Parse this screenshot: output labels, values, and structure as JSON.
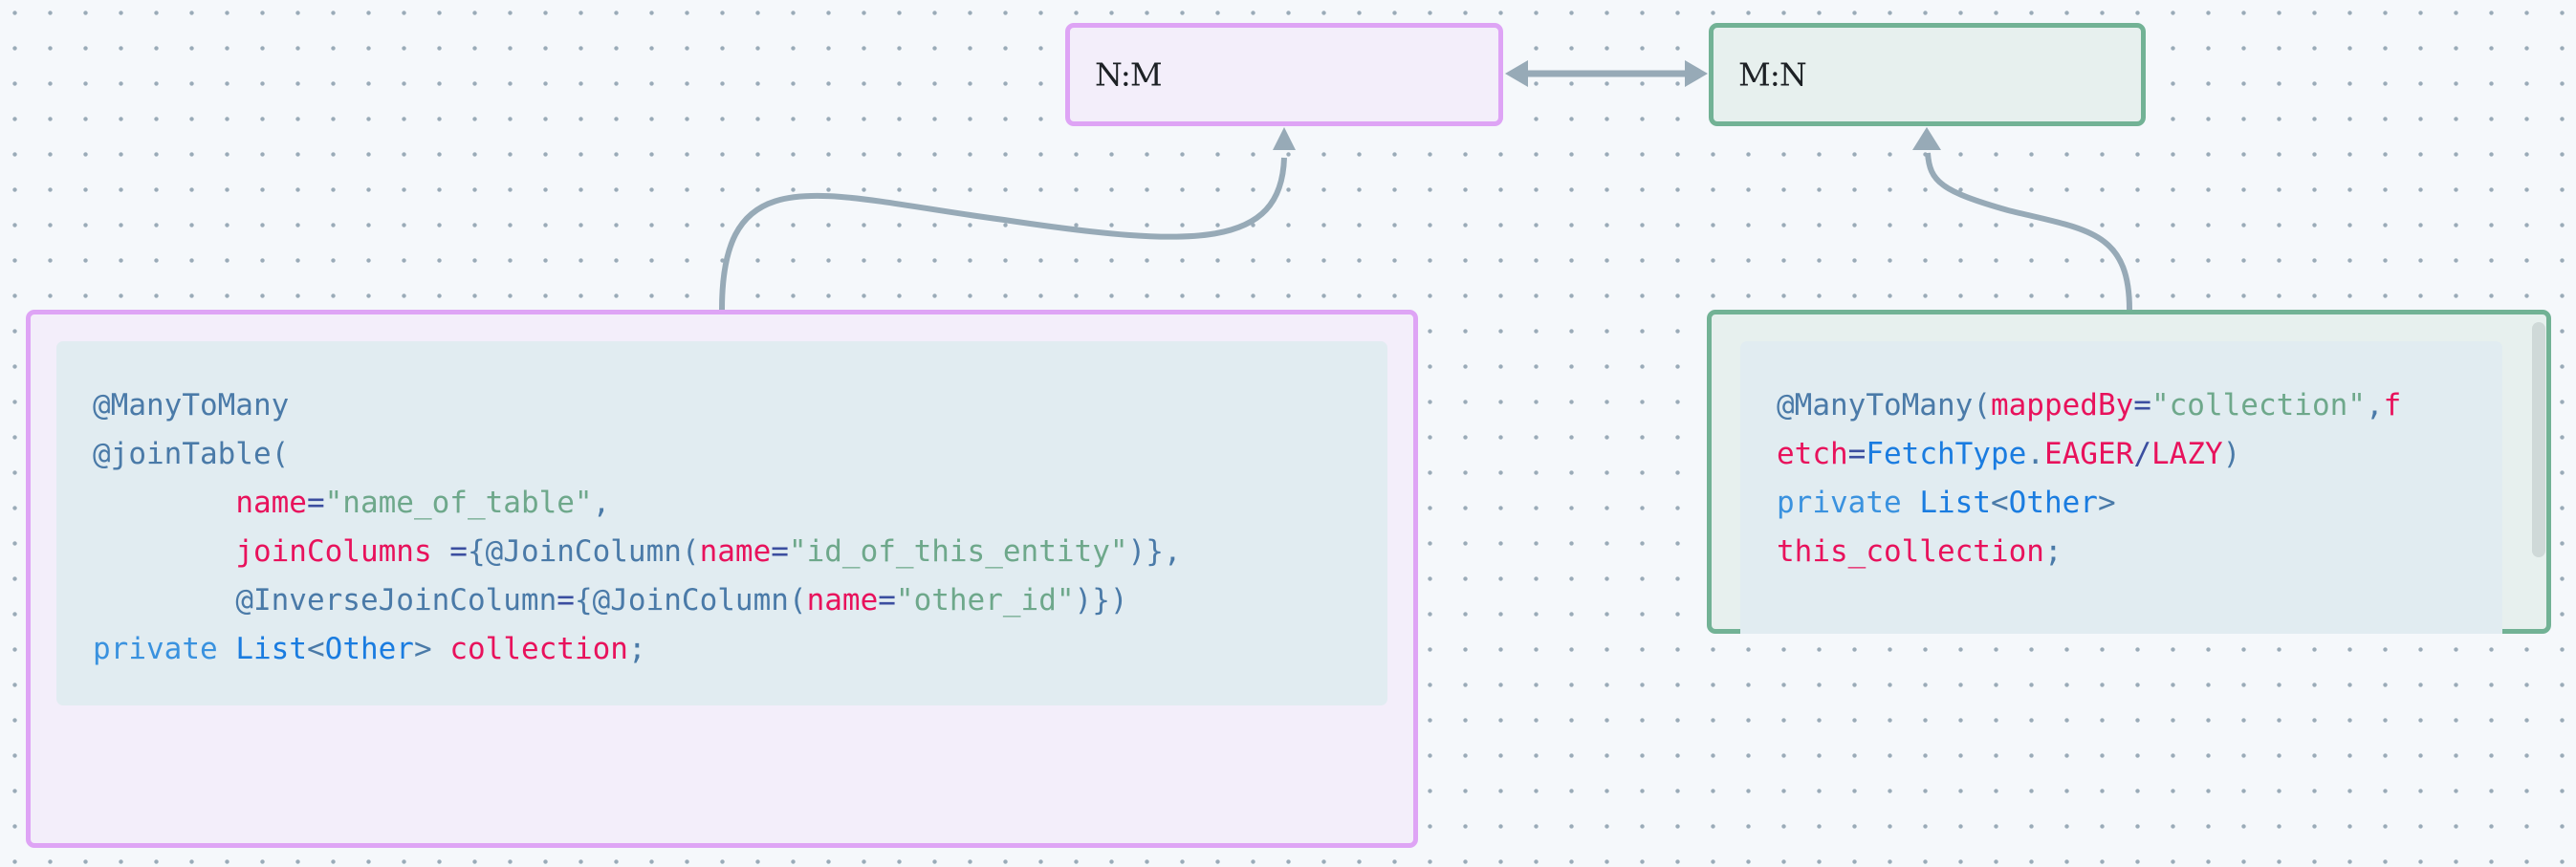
{
  "nodes": {
    "nm": {
      "label": "N:M"
    },
    "mn": {
      "label": "M:N"
    }
  },
  "owner_code": {
    "lines": [
      [
        {
          "t": "ann",
          "v": "@ManyToMany"
        }
      ],
      [
        {
          "t": "ann",
          "v": "@joinTable("
        }
      ],
      [
        {
          "t": "ws",
          "v": "        "
        },
        {
          "t": "attr",
          "v": "name"
        },
        {
          "t": "op",
          "v": "="
        },
        {
          "t": "str",
          "v": "\"name_of_table\""
        },
        {
          "t": "punc",
          "v": ","
        }
      ],
      [
        {
          "t": "ws",
          "v": "        "
        },
        {
          "t": "attr",
          "v": "joinColumns"
        },
        {
          "t": "op",
          "v": " ="
        },
        {
          "t": "punc",
          "v": "{@JoinColumn("
        },
        {
          "t": "attr",
          "v": "name"
        },
        {
          "t": "op",
          "v": "="
        },
        {
          "t": "str",
          "v": "\"id_of_this_entity\""
        },
        {
          "t": "punc",
          "v": ")},"
        }
      ],
      [
        {
          "t": "ws",
          "v": "        "
        },
        {
          "t": "ann",
          "v": "@InverseJoinColumn"
        },
        {
          "t": "op",
          "v": "="
        },
        {
          "t": "punc",
          "v": "{@JoinColumn("
        },
        {
          "t": "attr",
          "v": "name"
        },
        {
          "t": "op",
          "v": "="
        },
        {
          "t": "str",
          "v": "\"other_id\""
        },
        {
          "t": "punc",
          "v": ")})"
        }
      ],
      [
        {
          "t": "kw",
          "v": "private"
        },
        {
          "t": "ws",
          "v": " "
        },
        {
          "t": "type",
          "v": "List"
        },
        {
          "t": "punc",
          "v": "<"
        },
        {
          "t": "type",
          "v": "Other"
        },
        {
          "t": "punc",
          "v": ">"
        },
        {
          "t": "ws",
          "v": " "
        },
        {
          "t": "var",
          "v": "collection"
        },
        {
          "t": "punc",
          "v": ";"
        }
      ]
    ]
  },
  "inverse_code": {
    "lines": [
      [
        {
          "t": "ann",
          "v": "@ManyToMany"
        },
        {
          "t": "punc",
          "v": "("
        },
        {
          "t": "attr",
          "v": "mappedBy"
        },
        {
          "t": "op",
          "v": "="
        },
        {
          "t": "str",
          "v": "\"collection\""
        },
        {
          "t": "punc",
          "v": ","
        },
        {
          "t": "attr",
          "v": "f"
        }
      ],
      [
        {
          "t": "attr",
          "v": "etch"
        },
        {
          "t": "op",
          "v": "="
        },
        {
          "t": "type",
          "v": "FetchType"
        },
        {
          "t": "punc",
          "v": "."
        },
        {
          "t": "attr",
          "v": "EAGER"
        },
        {
          "t": "op",
          "v": "/"
        },
        {
          "t": "attr",
          "v": "LAZY"
        },
        {
          "t": "punc",
          "v": ")"
        }
      ],
      [
        {
          "t": "kw",
          "v": "private"
        },
        {
          "t": "ws",
          "v": " "
        },
        {
          "t": "type",
          "v": "List"
        },
        {
          "t": "punc",
          "v": "<"
        },
        {
          "t": "type",
          "v": "Other"
        },
        {
          "t": "punc",
          "v": ">"
        }
      ],
      [
        {
          "t": "var",
          "v": "this_collection"
        },
        {
          "t": "punc",
          "v": ";"
        }
      ]
    ]
  },
  "edges": [
    {
      "from": "owner-code-node",
      "to": "nm-node",
      "type": "arrow"
    },
    {
      "from": "inverse-code-node",
      "to": "mn-node",
      "type": "arrow"
    },
    {
      "from": "nm-node",
      "to": "mn-node",
      "type": "bidirectional-arrow"
    }
  ],
  "colors": {
    "owner_accent": "#dea4f5",
    "inverse_accent": "#72b295",
    "edge": "#97aab7"
  }
}
